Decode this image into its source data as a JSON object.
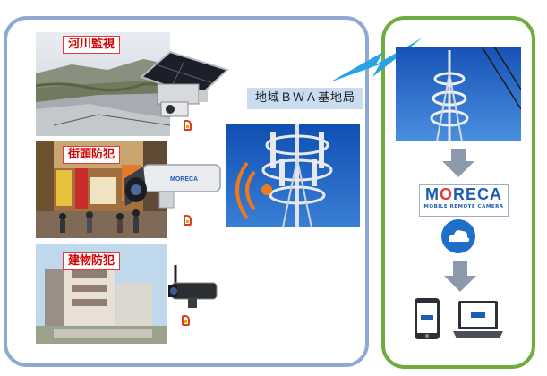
{
  "labels": {
    "river": "河川監視",
    "street": "街頭防犯",
    "building": "建物防犯",
    "bwa": "地域ＢＷＡ基地局"
  },
  "logo": {
    "name_m": "M",
    "name_o": "O",
    "name_rest": "RECA",
    "subtitle": "MOBILE REMOTE CAMERA"
  },
  "camera_brand": "MORECA",
  "colors": {
    "left_border": "#8eaad3",
    "right_border": "#6fac3e",
    "label_text": "#d20000",
    "signal": "#f07a1a",
    "arrow": "#8c9aae",
    "logo_blue": "#1f5db3",
    "logo_accent": "#e63b2e"
  },
  "icons": [
    "sim-card-icon",
    "signal-waves-icon",
    "cloud-icon",
    "smartphone-icon",
    "laptop-icon",
    "down-arrow-icon",
    "lightning-link-icon"
  ]
}
